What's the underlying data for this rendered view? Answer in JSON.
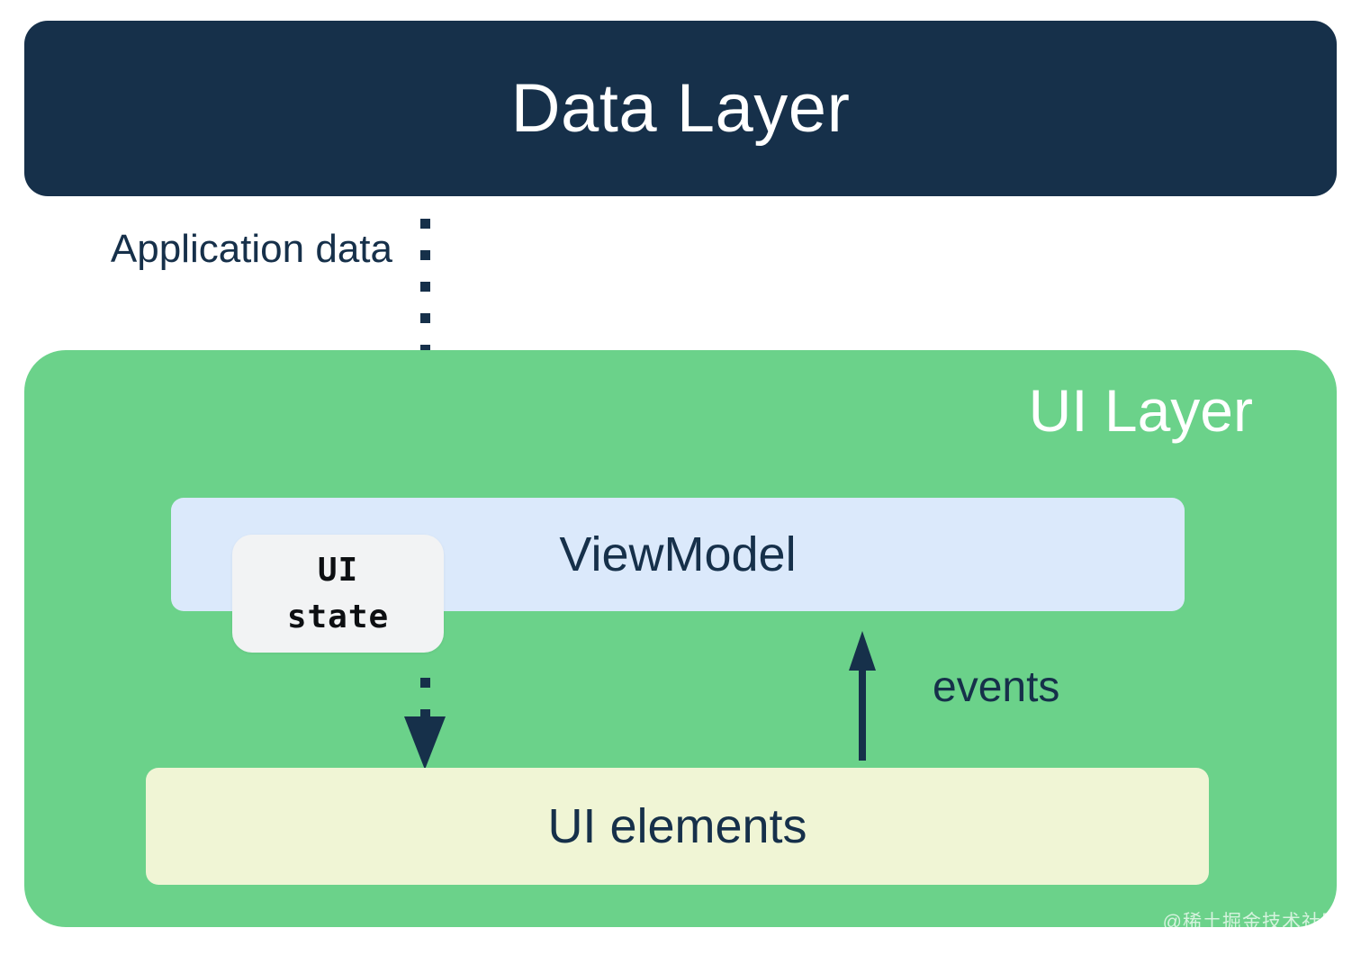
{
  "diagram": {
    "title": "Data Layer",
    "data_layer": {
      "label": "Data Layer",
      "color": "#16304a"
    },
    "application_data_flow": {
      "label": "Application data",
      "style": "dotted",
      "direction": "down",
      "color": "#16304a"
    },
    "ui_layer": {
      "label": "UI Layer",
      "color": "#6bd28a",
      "viewmodel": {
        "label": "ViewModel",
        "color": "#dbe9fb",
        "text_color": "#16304a"
      },
      "ui_state": {
        "line1": "UI",
        "line2": "state",
        "color": "#f2f3f4",
        "text_color": "#0d0f12"
      },
      "events_flow": {
        "label": "events",
        "style": "solid",
        "direction": "up",
        "color": "#16304a"
      },
      "ui_elements": {
        "label": "UI elements",
        "color": "#f0f5d5",
        "text_color": "#16304a"
      },
      "ui_state_flow": {
        "style": "dotted",
        "direction": "down",
        "color": "#16304a"
      }
    },
    "watermark": "@稀土掘金技术社区"
  }
}
